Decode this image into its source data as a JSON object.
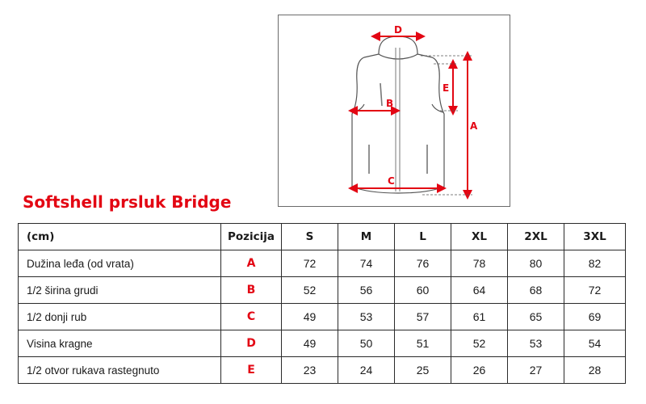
{
  "diagram": {
    "labels": {
      "a": "A",
      "b": "B",
      "c": "C",
      "d": "D",
      "e": "E"
    },
    "colors": {
      "measure": "#e30613",
      "outline": "#555555",
      "garment": "#ffffff"
    }
  },
  "title": "Softshell prsluk Bridge",
  "table": {
    "headers": [
      "(cm)",
      "Pozicija",
      "S",
      "M",
      "L",
      "XL",
      "2XL",
      "3XL"
    ],
    "rows": [
      {
        "label": "Dužina leđa (od vrata)",
        "pos": "A",
        "values": [
          "72",
          "74",
          "76",
          "78",
          "80",
          "82"
        ]
      },
      {
        "label": "1/2 širina grudi",
        "pos": "B",
        "values": [
          "52",
          "56",
          "60",
          "64",
          "68",
          "72"
        ]
      },
      {
        "label": "1/2 donji rub",
        "pos": "C",
        "values": [
          "49",
          "53",
          "57",
          "61",
          "65",
          "69"
        ]
      },
      {
        "label": "Visina kragne",
        "pos": "D",
        "values": [
          "49",
          "50",
          "51",
          "52",
          "53",
          "54"
        ]
      },
      {
        "label": "1/2 otvor rukava rastegnuto",
        "pos": "E",
        "values": [
          "23",
          "24",
          "25",
          "26",
          "27",
          "28"
        ]
      }
    ]
  }
}
